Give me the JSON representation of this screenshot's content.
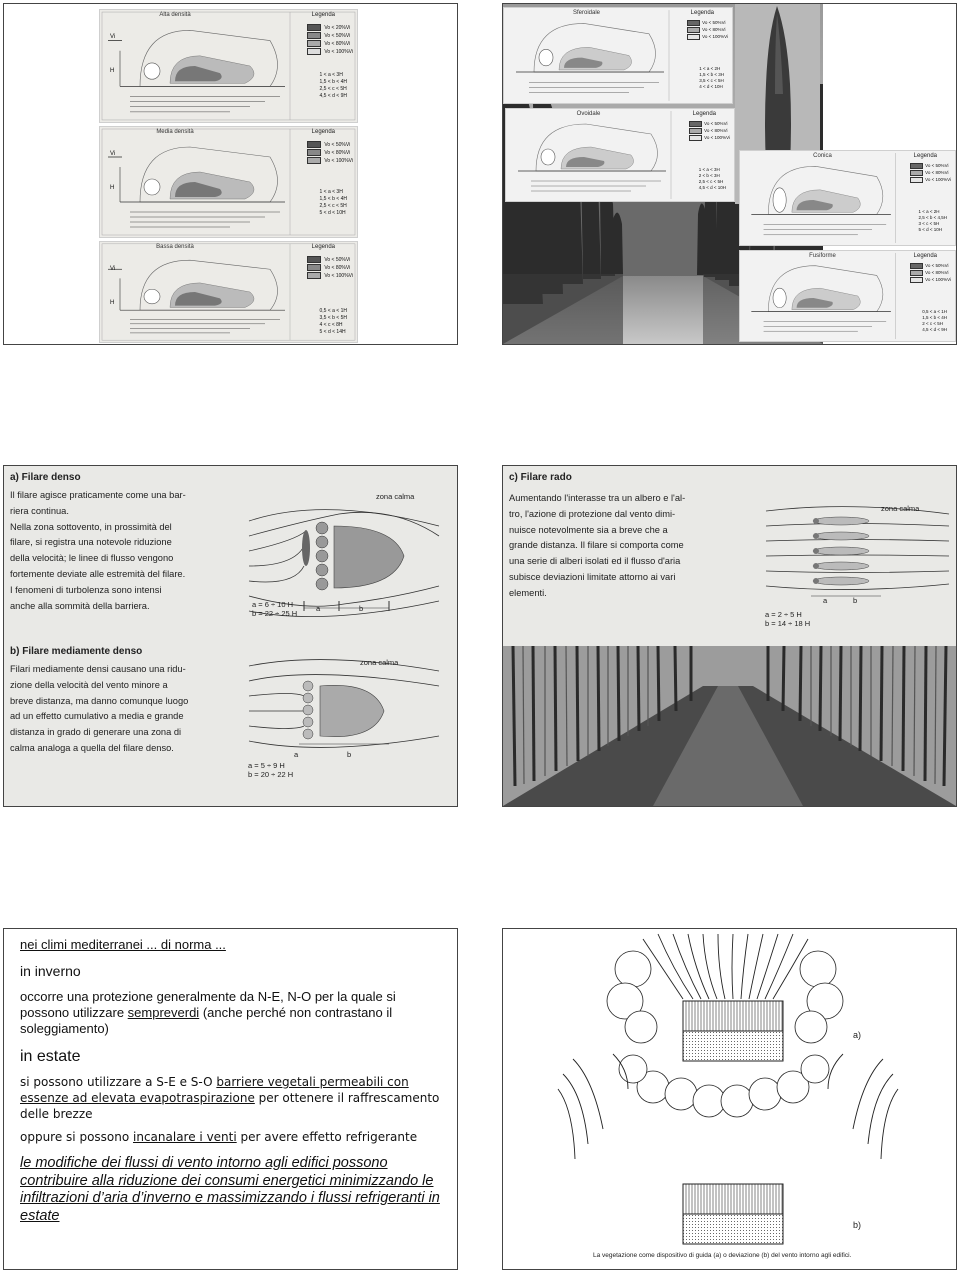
{
  "slide1": {
    "diagrams": [
      {
        "title": "Alta densità",
        "legend": "Legenda",
        "vi": "Vi",
        "h": "H",
        "levels": [
          "Vo < 20%Vi",
          "Vo < 50%Vi",
          "Vo < 80%Vi",
          "Vo < 100%Vi"
        ],
        "ranges": [
          "1 < a < 3H",
          "1,5 < b < 4H",
          "2,5 < c < 5H",
          "4,5 < d < 9H"
        ]
      },
      {
        "title": "Media densità",
        "legend": "Legenda",
        "vi": "Vi",
        "h": "H",
        "levels": [
          "Vo < 50%Vi",
          "Vo < 80%Vi",
          "Vo < 100%Vi"
        ],
        "ranges": [
          "1 < a < 3H",
          "1,5 < b < 4H",
          "2,5 < c < 5H",
          "5 < d < 10H"
        ]
      },
      {
        "title": "Bassa densità",
        "legend": "Legenda",
        "vi": "Vi",
        "h": "H",
        "levels": [
          "Vo < 50%Vi",
          "Vo < 80%Vi",
          "Vo < 100%Vi"
        ],
        "ranges": [
          "0,5 < a < 1H",
          "3,5 < b < 5H",
          "4 < c < 8H",
          "5 < d < 14H"
        ]
      }
    ],
    "shapes": [
      {
        "title": "Sferoidale",
        "legend": "Legenda",
        "levels": [
          "Vo < 50%Vi",
          "Vo < 80%Vi",
          "Vo < 100%Vi"
        ],
        "ranges": [
          "1 < a < 2H",
          "1,5 < b < 3H",
          "3,5 < c < 5H",
          "4 < d < 10H"
        ]
      },
      {
        "title": "Ovoidale",
        "legend": "Legenda",
        "levels": [
          "Vo < 50%Vi",
          "Vo < 80%Vi",
          "Vo < 100%Vi"
        ],
        "ranges": [
          "1 < a < 3H",
          "2 < b < 3H",
          "2,5 < c < 5H",
          "4,5 < d < 10H"
        ]
      },
      {
        "title": "Conica",
        "legend": "Legenda",
        "levels": [
          "Vo < 50%Vi",
          "Vo < 80%Vi",
          "Vo < 100%Vi"
        ],
        "ranges": [
          "1 < a < 2H",
          "2,5 < b < 4,5H",
          "3 < c < 5H",
          "5 < d < 10H"
        ]
      },
      {
        "title": "Fusiforme",
        "legend": "Legenda",
        "levels": [
          "Vo < 50%Vi",
          "Vo < 80%Vi",
          "Vo < 100%Vi"
        ],
        "ranges": [
          "0,5 < a < 1H",
          "1,5 < b < 4H",
          "2 < c < 5H",
          "4,5 < d < 9H"
        ]
      }
    ]
  },
  "slide2": {
    "dense": {
      "heading": "a) Filare denso",
      "lines": [
        "Il filare agisce praticamente come una bar-",
        "riera continua.",
        "Nella zona sottovento, in prossimità del",
        "filare, si registra una notevole riduzione",
        "della velocità; le linee di flusso vengono",
        "fortemente deviate alle estremità del filare.",
        "I fenomeni di turbolenza sono intensi",
        "anche alla sommità della barriera."
      ],
      "zone": "zona calma",
      "a": "a",
      "b": "b",
      "range_a": "a = 6 ÷ 10 H",
      "range_b": "b = 22 ÷ 25 H"
    },
    "medium": {
      "heading": "b) Filare mediamente denso",
      "lines": [
        "Filari mediamente densi causano una ridu-",
        "zione della velocità del vento minore a",
        "breve distanza, ma danno comunque luogo",
        "ad un effetto cumulativo a media e grande",
        "distanza in grado di generare una zona di",
        "calma analoga a quella del filare denso."
      ],
      "zone": "zona calma",
      "a": "a",
      "b": "b",
      "range_a": "a = 5 ÷ 9 H",
      "range_b": "b = 20 ÷ 22 H"
    },
    "sparse": {
      "heading": "c) Filare rado",
      "lines": [
        "Aumentando l'interasse tra un albero e l'al-",
        "tro, l'azione di protezione dal vento dimi-",
        "nuisce notevolmente sia a breve che a",
        "grande distanza. Il filare si comporta come",
        "una serie di alberi isolati ed il flusso d'aria",
        "subisce deviazioni limitate attorno ai vari",
        "elementi."
      ],
      "zone": "zona calma",
      "a": "a",
      "b": "b",
      "range_a": "a = 2 ÷ 5 H",
      "range_b": "b = 14 ÷ 18 H"
    }
  },
  "slide3": {
    "line1": "nei climi mediterranei ... di norma ...",
    "winter": "in inverno",
    "winter_p1": "occorre una protezione generalmente da N-E, N-O per la quale si possono utilizzare ",
    "winter_u": "sempreverdi",
    "winter_p2": " (anche perché non contrastano il soleggiamento)",
    "summer": "in estate",
    "summer_p1": "si possono utilizzare a S-E e S-O ",
    "summer_u1": "barriere vegetali permeabili con essenze ad elevata evapotraspirazione",
    "summer_p2": " per ottenere il raffrescamento delle brezze",
    "alt_p1": "oppure si possono ",
    "alt_u": "incanalare i venti",
    "alt_p2": " per avere effetto refrigerante",
    "conclusion": "le modifiche dei flussi di vento intorno agli edifici possono contribuire alla riduzione dei consumi energetici minimizzando le infiltrazioni d’aria d’inverno e massimizzando i flussi refrigeranti in estate"
  },
  "slide4": {
    "label_a": "a)",
    "label_b": "b)",
    "caption": "La vegetazione come dispositivo di guida (a) o deviazione (b) del vento intorno agli edifici."
  }
}
